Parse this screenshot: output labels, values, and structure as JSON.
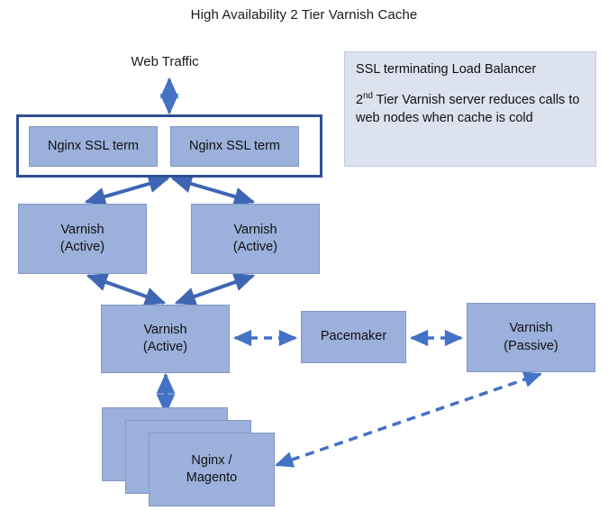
{
  "title": "High Availability 2 Tier Varnish Cache",
  "labels": {
    "web_traffic": "Web Traffic"
  },
  "legend": {
    "line1": "SSL terminating Load Balancer",
    "line2_prefix": "2",
    "line2_sup": "nd",
    "line2_rest": " Tier Varnish server reduces calls to web nodes when cache is cold"
  },
  "nodes": {
    "nginx_ssl_left": "Nginx SSL term",
    "nginx_ssl_right": "Nginx SSL term",
    "varnish_active_left": "Varnish\n(Active)",
    "varnish_active_right": "Varnish\n(Active)",
    "varnish_active_mid": "Varnish\n(Active)",
    "pacemaker": "Pacemaker",
    "varnish_passive": "Varnish\n(Passive)",
    "nginx_magento": "Nginx /\nMagento"
  },
  "colors": {
    "node_fill": "#9bb0da",
    "node_border": "#8198c8",
    "container_border": "#2f4f96",
    "arrow": "#4472c4",
    "arrow_dark": "#3f66b5",
    "legend_fill": "#dde2ef",
    "legend_border": "#c3cbdf",
    "background": "#ffffff",
    "text": "#111111"
  },
  "connections": [
    {
      "name": "web-traffic-to-lb",
      "style": "solid",
      "heads": "both"
    },
    {
      "name": "lb-to-varnish-active-left",
      "style": "solid",
      "heads": "both"
    },
    {
      "name": "lb-to-varnish-active-right",
      "style": "solid",
      "heads": "both"
    },
    {
      "name": "varnish-active-left-to-mid",
      "style": "solid",
      "heads": "both"
    },
    {
      "name": "varnish-active-right-to-mid",
      "style": "solid",
      "heads": "both"
    },
    {
      "name": "varnish-mid-to-pacemaker",
      "style": "dashed",
      "heads": "both"
    },
    {
      "name": "pacemaker-to-varnish-passive",
      "style": "dashed",
      "heads": "both"
    },
    {
      "name": "varnish-mid-to-web-nodes",
      "style": "solid",
      "heads": "both"
    },
    {
      "name": "web-nodes-to-varnish-passive",
      "style": "dashed",
      "heads": "both"
    }
  ]
}
